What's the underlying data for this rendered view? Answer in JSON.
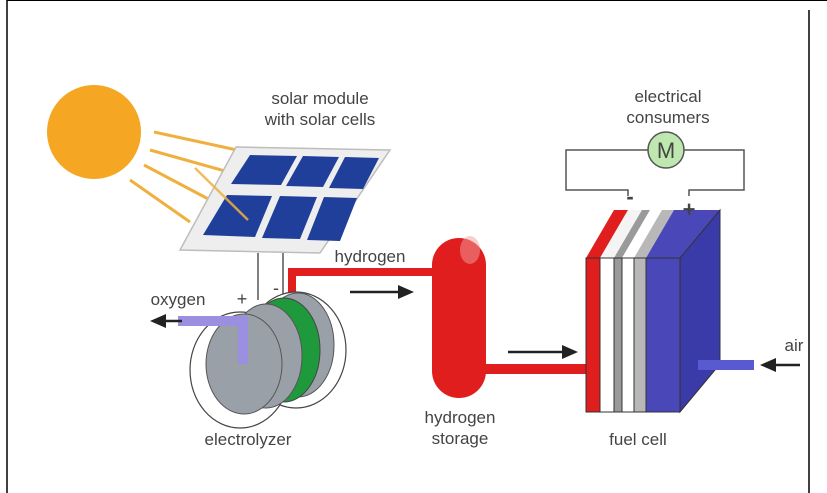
{
  "labels": {
    "solar_module_line1": "solar module",
    "solar_module_line2": "with solar cells",
    "electrical_consumers_line1": "electrical",
    "electrical_consumers_line2": "consumers",
    "motor": "M",
    "hydrogen": "hydrogen",
    "oxygen": "oxygen",
    "electrolyzer": "electrolyzer",
    "hydrogen_storage_line1": "hydrogen",
    "hydrogen_storage_line2": "storage",
    "fuel_cell": "fuel cell",
    "air": "air",
    "plus_electrolyzer": "+",
    "minus_electrolyzer": "-",
    "minus_fuel_cell": "-",
    "plus_fuel_cell": "+"
  },
  "colors": {
    "sun": "#f5a623",
    "sun_ray": "#f0b040",
    "solar_cell": "#1f3f9a",
    "panel_frame": "#d8d8d8",
    "hydrogen_pipe": "#e01e1e",
    "storage_tank": "#e01e1e",
    "electrolyzer_disc": "#9aa0a8",
    "electrolyzer_membrane": "#1e9a3c",
    "oxygen_pipe": "#9a8fe0",
    "fuel_cell_anode": "#e01e1e",
    "fuel_cell_cathode": "#4a48b8",
    "air_pipe": "#5a5ad0",
    "motor_circle": "#bfe8b0",
    "wire": "#555555"
  }
}
